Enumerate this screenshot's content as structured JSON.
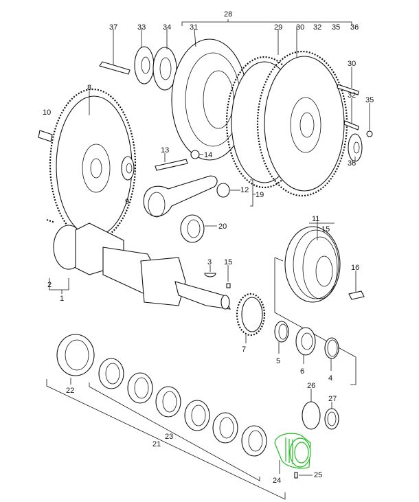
{
  "diagram": {
    "highlight_color": "#22bb22",
    "highlighted_part": "24",
    "labels": {
      "l28": "28",
      "l37": "37",
      "l33": "33",
      "l34": "34",
      "l31": "31",
      "l29": "29",
      "l30a": "30",
      "l32a": "32",
      "l35a": "35",
      "l36a": "36",
      "l30b": "30",
      "l32b": "32",
      "l35b": "35",
      "l36b": "36",
      "l8": "8",
      "l10": "10",
      "l13": "13",
      "l14": "14",
      "l12": "12",
      "l19": "19",
      "l9": "9",
      "l20": "20",
      "l11": "11",
      "l15a": "15",
      "l2": "2",
      "l1": "1",
      "l3": "3",
      "l15b": "15",
      "l16": "16",
      "l7": "7",
      "l5": "5",
      "l6": "6",
      "l4": "4",
      "l22": "22",
      "l26": "26",
      "l27": "27",
      "l23": "23",
      "l21": "21",
      "l24": "24",
      "l25": "25"
    }
  }
}
